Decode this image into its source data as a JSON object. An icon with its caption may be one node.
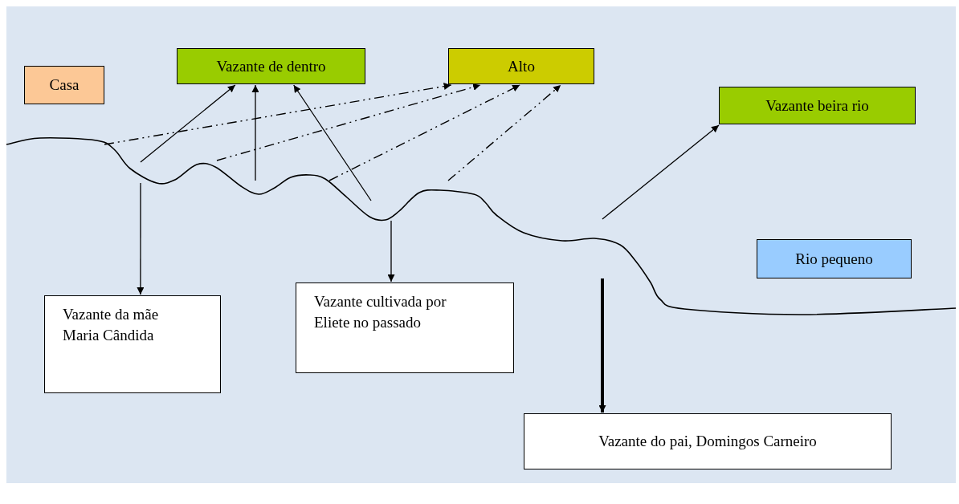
{
  "diagram": {
    "nodes": [
      {
        "text": [
          "Casa"
        ]
      },
      {
        "text": [
          "Vazante de dentro"
        ]
      },
      {
        "text": [
          "Alto"
        ]
      },
      {
        "text": [
          "Vazante beira rio"
        ]
      },
      {
        "text": [
          "Rio pequeno"
        ]
      },
      {
        "text": [
          "Vazante da mãe Maria Cândida"
        ]
      },
      {
        "text": [
          "Vazante cultivada por Eliete no passado"
        ]
      },
      {
        "text": [
          "Vazante do pai,  Domingos Carneiro"
        ]
      }
    ],
    "edges": [
      {
        "from": null,
        "to": 1,
        "arrow": "to"
      },
      {
        "from": null,
        "to": 1,
        "arrow": "to"
      },
      {
        "from": null,
        "to": 1,
        "arrow": "to"
      },
      {
        "from": null,
        "to": 2,
        "arrow": "to",
        "style": "dashed"
      },
      {
        "from": null,
        "to": 2,
        "arrow": "to",
        "style": "dashed"
      },
      {
        "from": null,
        "to": 2,
        "arrow": "to",
        "style": "dashed"
      },
      {
        "from": null,
        "to": 2,
        "arrow": "to",
        "style": "dashed"
      },
      {
        "from": null,
        "to": 3,
        "arrow": "to"
      },
      {
        "from": null,
        "to": 5,
        "arrow": "to"
      },
      {
        "from": null,
        "to": 6,
        "arrow": "to"
      },
      {
        "from": null,
        "to": 7,
        "arrow": "to",
        "style": "thick"
      }
    ]
  }
}
